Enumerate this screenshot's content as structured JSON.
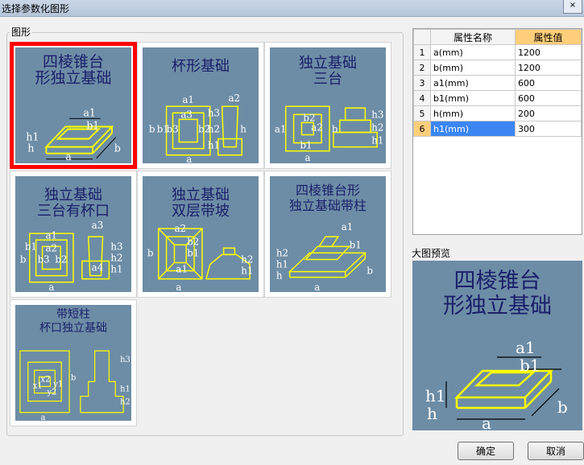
{
  "window": {
    "title": "选择参数化图形",
    "close_glyph": "×"
  },
  "group_label": "图形",
  "shapes": [
    {
      "caption": "四棱锥台\n形独立基础",
      "dims": [
        "a1",
        "b1",
        "h1",
        "h",
        "a",
        "b"
      ]
    },
    {
      "caption": "杯形基础",
      "dims": [
        "a1",
        "a2",
        "a3",
        "b",
        "b1",
        "b3",
        "b2",
        "h3",
        "h2",
        "h1",
        "h",
        "a"
      ]
    },
    {
      "caption": "独立基础\n三台",
      "dims": [
        "b2",
        "a2",
        "a1",
        "b1",
        "h3",
        "h2",
        "h1",
        "a",
        "b"
      ]
    },
    {
      "caption": "独立基础\n三台有杯口",
      "dims": [
        "a1",
        "a3",
        "a2",
        "b1",
        "b3",
        "b2",
        "h3",
        "h2",
        "h1",
        "a4",
        "a",
        "b"
      ]
    },
    {
      "caption": "独立基础\n双层带坡",
      "dims": [
        "a2",
        "a1",
        "b2",
        "b1",
        "h2",
        "h1",
        "a",
        "b"
      ]
    },
    {
      "caption": "四棱锥台形\n独立基础带柱",
      "dims": [
        "a1",
        "b1",
        "h2",
        "h1",
        "h",
        "a",
        "b"
      ]
    },
    {
      "caption": "带短柱\n杯口独立基础",
      "dims": [
        "x1",
        "x2",
        "y1",
        "y2",
        "h3",
        "h1",
        "h2",
        "a",
        "b"
      ]
    }
  ],
  "grid": {
    "headers": [
      "",
      "属性名称",
      "属性值"
    ],
    "rows": [
      {
        "index": "1",
        "name": "a(mm)",
        "value": "1200"
      },
      {
        "index": "2",
        "name": "b(mm)",
        "value": "1200"
      },
      {
        "index": "3",
        "name": "a1(mm)",
        "value": "600"
      },
      {
        "index": "4",
        "name": "b1(mm)",
        "value": "600"
      },
      {
        "index": "5",
        "name": "h(mm)",
        "value": "200"
      },
      {
        "index": "6",
        "name": "h1(mm)",
        "value": "300"
      }
    ],
    "active_row": 6
  },
  "preview": {
    "label": "大图预览",
    "caption": "四棱锥台\n形独立基础",
    "dims": [
      "a1",
      "b1",
      "h1",
      "h",
      "a",
      "b"
    ]
  },
  "buttons": {
    "ok": "确定",
    "cancel": "取消"
  },
  "colors": {
    "thumb_bg": "#6d8da6",
    "caption": "#1a1f6a",
    "outline": "#ffff00",
    "selected_border": "#ff0000",
    "header_value": "#ffce7a",
    "active_cell": "#3b86f2"
  }
}
